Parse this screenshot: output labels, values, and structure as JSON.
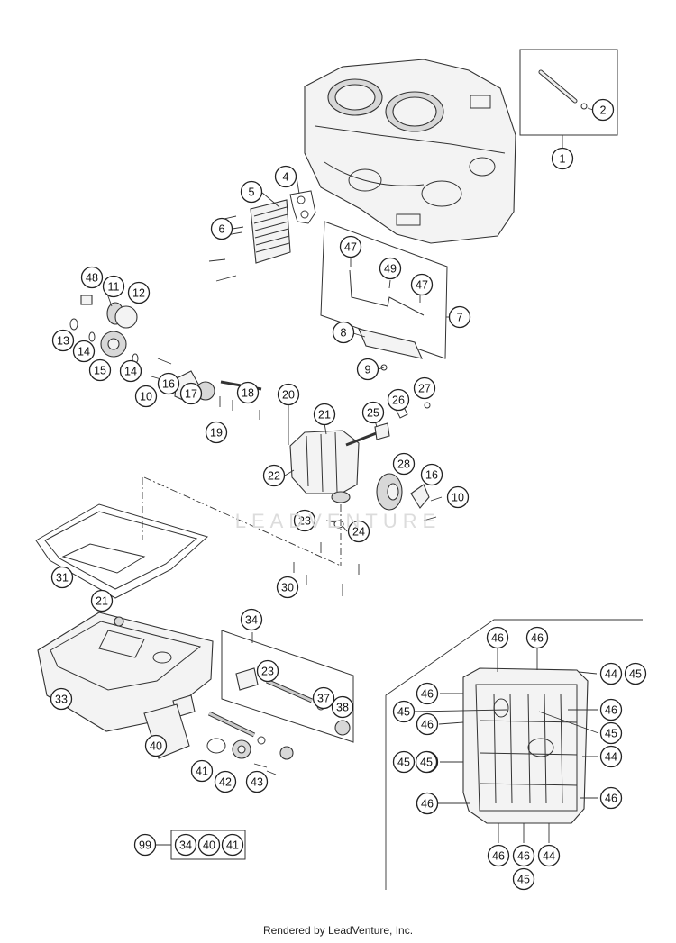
{
  "watermark": "LEADVENTURE",
  "footer": "Rendered by LeadVenture, Inc.",
  "callouts": [
    "1",
    "2",
    "4",
    "5",
    "6",
    "47",
    "49",
    "47",
    "7",
    "8",
    "9",
    "48",
    "11",
    "12",
    "13",
    "14",
    "15",
    "14",
    "10",
    "16",
    "17",
    "18",
    "19",
    "20",
    "21",
    "25",
    "26",
    "27",
    "22",
    "28",
    "16",
    "10",
    "23",
    "24",
    "31",
    "30",
    "21",
    "34",
    "23",
    "37",
    "38",
    "33",
    "40",
    "41",
    "42",
    "43",
    "99",
    "34",
    "40",
    "41",
    "46",
    "46",
    "46",
    "44",
    "45",
    "45",
    "46",
    "46",
    "45",
    "46",
    "45",
    "45",
    "44",
    "46",
    "46",
    "46",
    "46",
    "44",
    "45",
    "46"
  ]
}
